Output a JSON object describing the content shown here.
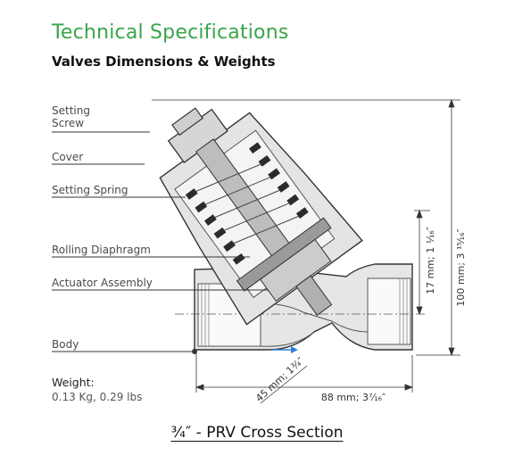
{
  "header": {
    "title": "Technical Specifications",
    "subtitle": "Valves Dimensions & Weights"
  },
  "callouts": {
    "setting_screw_line1": "Setting",
    "setting_screw_line2": "Screw",
    "cover": "Cover",
    "setting_spring": "Setting Spring",
    "rolling_diaphragm": "Rolling Diaphragm",
    "actuator_assembly": "Actuator Assembly",
    "body": "Body"
  },
  "dimensions": {
    "height_total": "100 mm; 3 ¹⁵⁄₁₆″",
    "height_partial": "17 mm; 1 ¹⁄₁₆″",
    "length": "88 mm; 3⁷⁄₁₆″",
    "diagonal": "45 mm; 1³⁄₄″"
  },
  "weight": {
    "label": "Weight:",
    "value": "0.13 Kg, 0.29 lbs"
  },
  "caption": "¾″ - PRV Cross Section",
  "colors": {
    "title_green": "#3aa548",
    "flow_arrow": "#2a7fd4",
    "body_fill": "#e4e4e4",
    "outline": "#333333"
  }
}
